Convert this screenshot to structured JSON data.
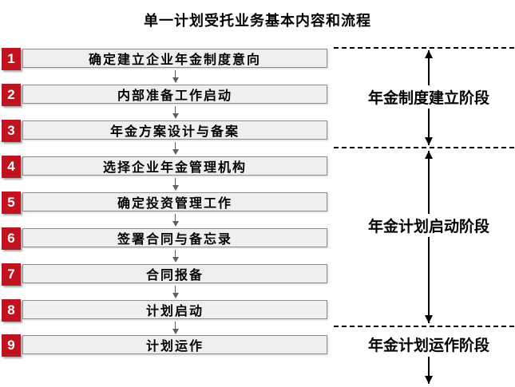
{
  "title": "单一计划受托业务基本内容和流程",
  "steps": [
    {
      "num": "1",
      "label": "确定建立企业年金制度意向"
    },
    {
      "num": "2",
      "label": "内部准备工作启动"
    },
    {
      "num": "3",
      "label": "年金方案设计与备案"
    },
    {
      "num": "4",
      "label": "选择企业年金管理机构"
    },
    {
      "num": "5",
      "label": "确定投资管理工作"
    },
    {
      "num": "6",
      "label": "签署合同与备忘录"
    },
    {
      "num": "7",
      "label": "合同报备"
    },
    {
      "num": "8",
      "label": "计划启动"
    },
    {
      "num": "9",
      "label": "计划运作"
    }
  ],
  "phases": [
    {
      "label": "年金制度建立阶段"
    },
    {
      "label": "年金计划启动阶段"
    },
    {
      "label": "年金计划运作阶段"
    }
  ],
  "colors": {
    "step_number_bg": "#c1121f",
    "step_number_text": "#ffffff",
    "bar_fill": "#efefef",
    "bar_border": "#8f8f8f",
    "flow_arrow": "#5e5e6e",
    "line_color": "#000000",
    "text_color": "#000000"
  }
}
